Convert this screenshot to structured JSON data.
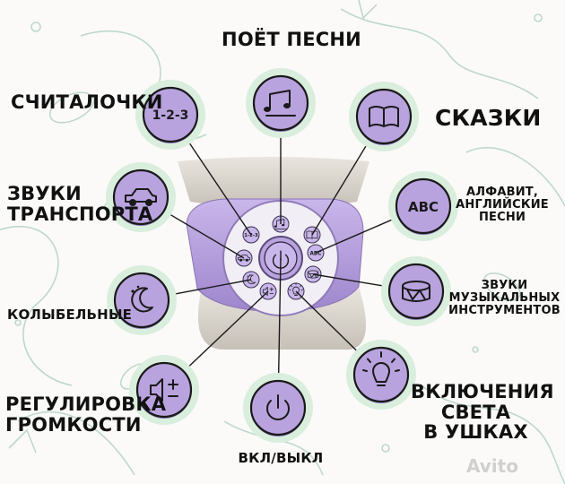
{
  "colors": {
    "accent_purple": "#b9a3de",
    "outline": "#1a1a1a",
    "halo": "#d9eedd",
    "doodle": "#b4d3c4"
  },
  "device": {
    "center_icon": "power-icon",
    "ring_icons": [
      "counting-123-icon",
      "music-notes-icon",
      "book-icon",
      "abc-icon",
      "drum-icon",
      "lightbulb-icon",
      "power-icon",
      "volume-icon",
      "moon-icon",
      "car-icon"
    ]
  },
  "features": [
    {
      "id": "songs",
      "icon": "music-notes-icon",
      "label": "ПОЁТ ПЕСНИ"
    },
    {
      "id": "counting",
      "icon": "counting-123-icon",
      "label": "СЧИТАЛОЧКИ",
      "icon_text": "1-2-3"
    },
    {
      "id": "tales",
      "icon": "book-icon",
      "label": "СКАЗКИ"
    },
    {
      "id": "transport",
      "icon": "car-icon",
      "label": "ЗВУКИ\nТРАНСПОРТА"
    },
    {
      "id": "alphabet",
      "icon": "abc-icon",
      "label": "АЛФАВИТ,\nАНГЛИЙСКИЕ\nПЕСНИ",
      "icon_text": "ABC"
    },
    {
      "id": "lullabies",
      "icon": "moon-icon",
      "label": "КОЛЫБЕЛЬНЫЕ"
    },
    {
      "id": "instruments",
      "icon": "drum-icon",
      "label": "ЗВУКИ\nМУЗЫКАЛЬНЫХ\nИНСТРУМЕНТОВ"
    },
    {
      "id": "volume",
      "icon": "volume-icon",
      "label": "РЕГУЛИРОВКА\nГРОМКОСТИ"
    },
    {
      "id": "power",
      "icon": "power-icon",
      "label": "ВКЛ/ВЫКЛ"
    },
    {
      "id": "lights",
      "icon": "lightbulb-icon",
      "label": "ВКЛЮЧЕНИЯ\nСВЕТА\nВ УШКАХ"
    }
  ],
  "watermark": "Avito"
}
